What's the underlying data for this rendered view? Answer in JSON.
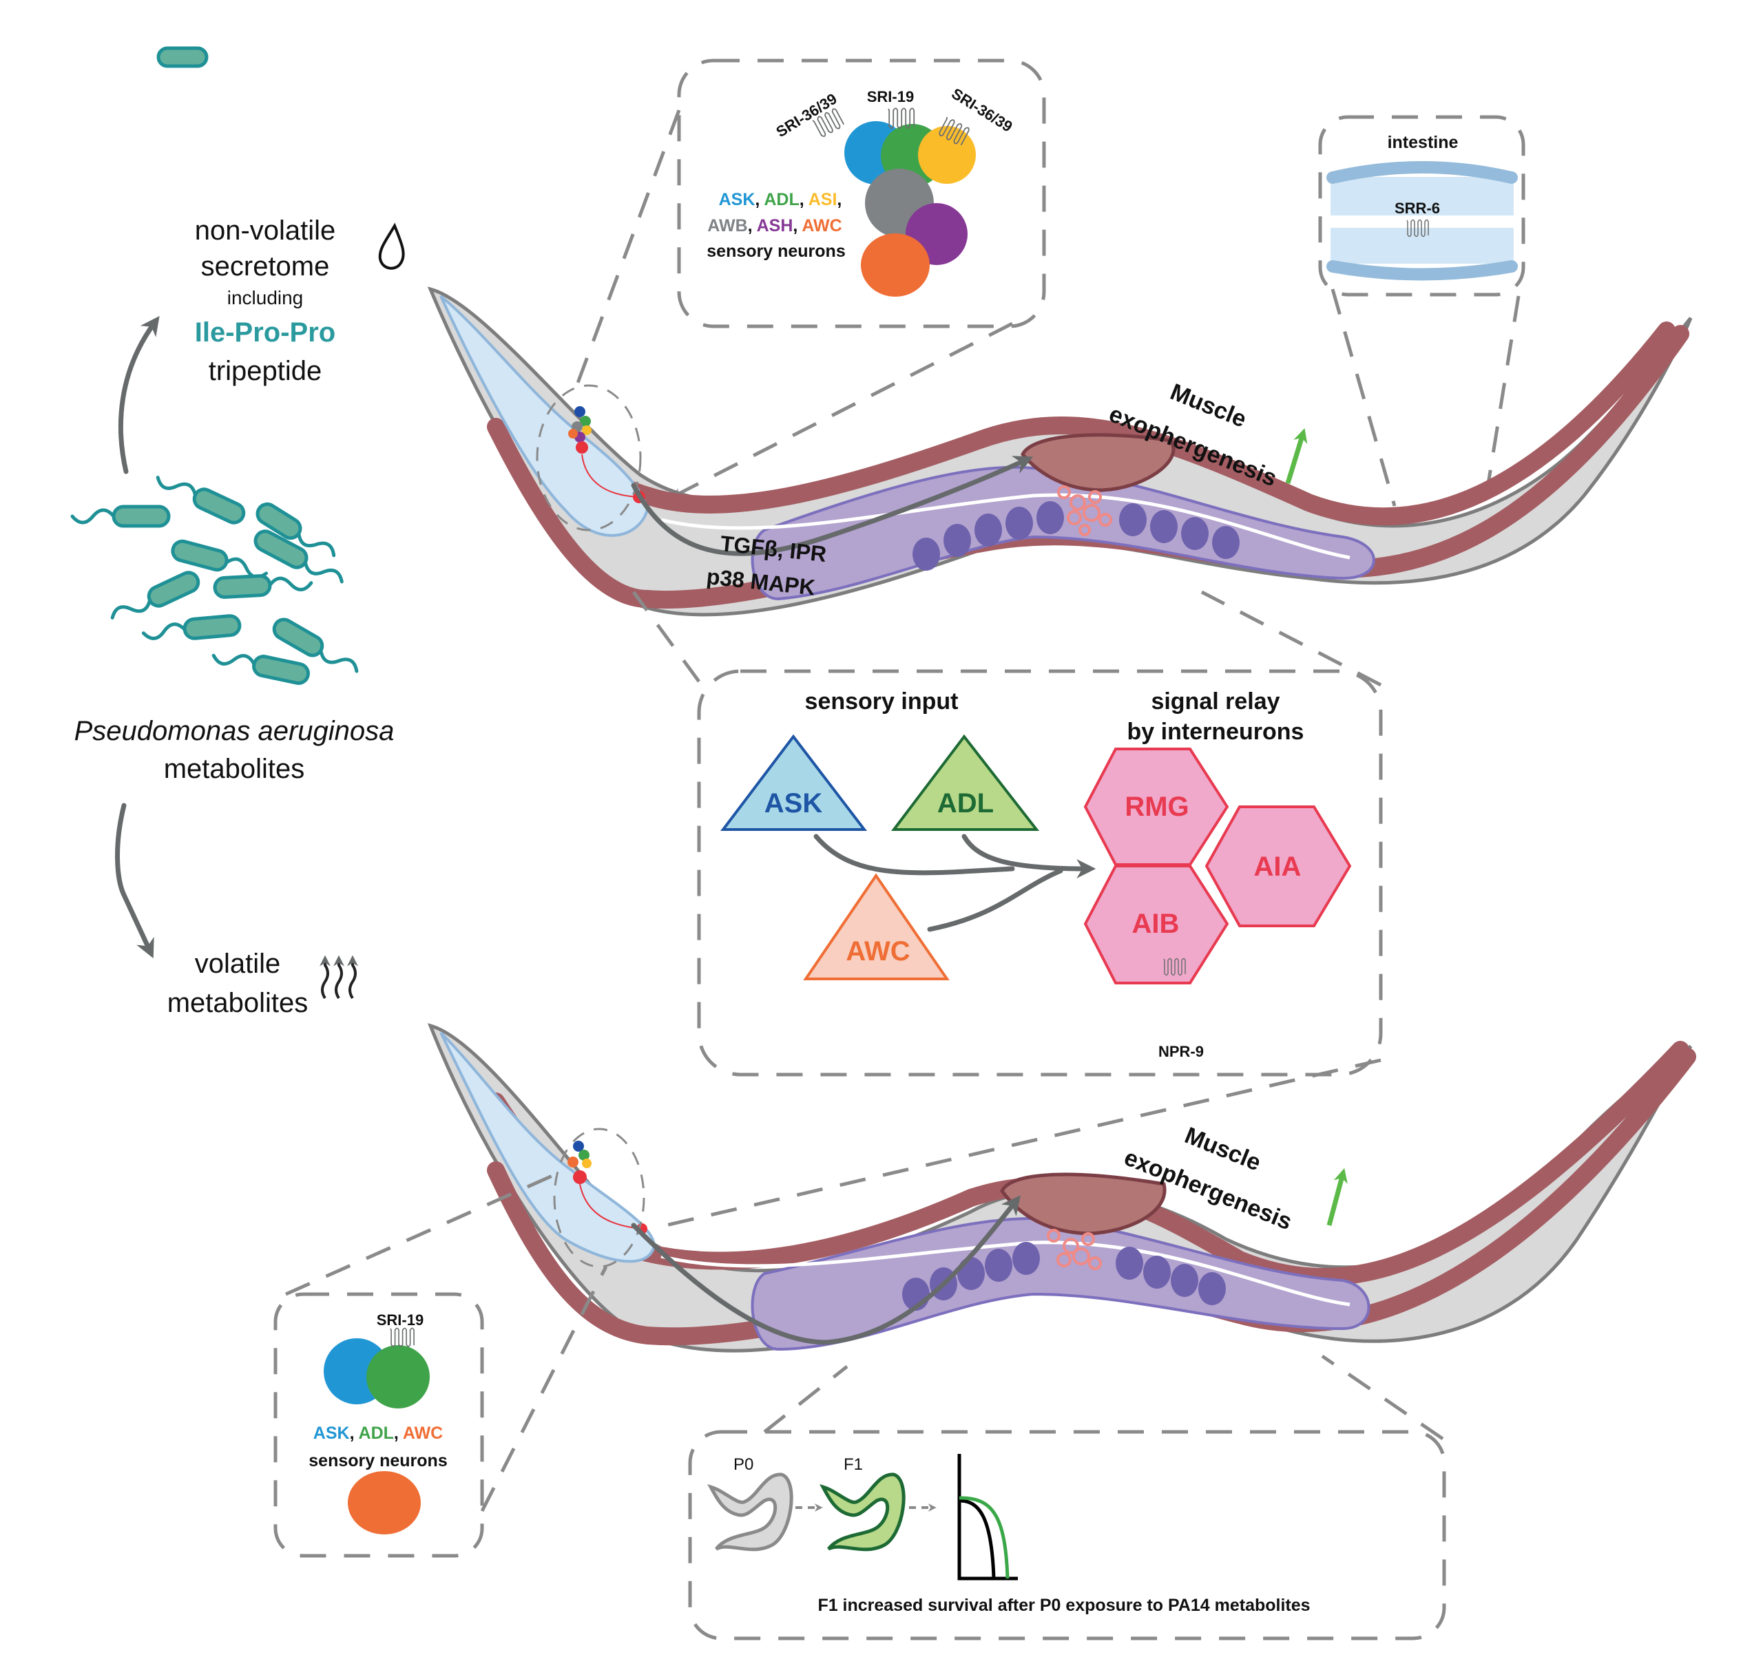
{
  "left_column": {
    "nonvolatile_line1": "non-volatile",
    "nonvolatile_line2": "secretome",
    "including": "including",
    "tripeptide_name": "Ile-Pro-Pro",
    "tripeptide_word": "tripeptide",
    "species": "Pseudomonas aeruginosa",
    "metabolites": "metabolites",
    "volatile_line1": "volatile",
    "volatile_line2": "metabolites",
    "droplet_icon": "droplet-icon",
    "vapor_icon": "vapor-arrows-icon",
    "bacteria_icon": "bacteria-cluster-icon"
  },
  "top_worm": {
    "pathway_line1": "TGFβ, IPR",
    "pathway_line2": "p38 MAPK",
    "exopher_line1": "Muscle",
    "exopher_line2": "exophergenesis"
  },
  "bottom_worm": {
    "exopher_line1": "Muscle",
    "exopher_line2": "exophergenesis"
  },
  "neuron_inset_top": {
    "receptors": [
      "SRI-36/39",
      "SRI-19",
      "SRI-36/39"
    ],
    "neurons": [
      {
        "name": "ASK",
        "color": "#2196d4"
      },
      {
        "name": "ADL",
        "color": "#3fa34a"
      },
      {
        "name": "ASI",
        "color": "#fbbc2a"
      },
      {
        "name": "AWB",
        "color": "#7f8386"
      },
      {
        "name": "ASH",
        "color": "#863895"
      },
      {
        "name": "AWC",
        "color": "#ef6e35"
      }
    ],
    "sep": ", ",
    "caption": "sensory neurons"
  },
  "intestine_inset": {
    "title": "intestine",
    "receptor": "SRR-6"
  },
  "circuit_inset": {
    "sensory_title": "sensory input",
    "relay_title_line1": "signal relay",
    "relay_title_line2": "by interneurons",
    "sensory_neurons": [
      {
        "name": "ASK",
        "fill": "#a8d8e8",
        "stroke": "#1e55a5"
      },
      {
        "name": "ADL",
        "fill": "#b8d98a",
        "stroke": "#1d6a34"
      },
      {
        "name": "AWC",
        "fill": "#f8cfc0",
        "stroke": "#ef6e35"
      }
    ],
    "interneurons": [
      "RMG",
      "AIA",
      "AIB"
    ],
    "interneuron_fill": "#f0a8cb",
    "interneuron_stroke": "#e83a50",
    "receptor": "NPR-9"
  },
  "neuron_inset_bottom": {
    "receptor": "SRI-19",
    "neurons": [
      {
        "name": "ASK",
        "color": "#2196d4"
      },
      {
        "name": "ADL",
        "color": "#3fa34a"
      },
      {
        "name": "AWC",
        "color": "#ef6e35"
      }
    ],
    "sep": ", ",
    "caption": "sensory neurons"
  },
  "survival_inset": {
    "p0_label": "P0",
    "f1_label": "F1",
    "caption": "F1 increased survival after P0 exposure to PA14 metabolites",
    "curve_colors": {
      "control": "#000000",
      "f1": "#3aa848"
    }
  },
  "colors": {
    "teal_text": "#2a9a9e",
    "muscle": "#a45d62",
    "exopher_arrow": "#5bb947",
    "bacteria_fill": "#63b09c",
    "bacteria_stroke": "#1f9196"
  }
}
